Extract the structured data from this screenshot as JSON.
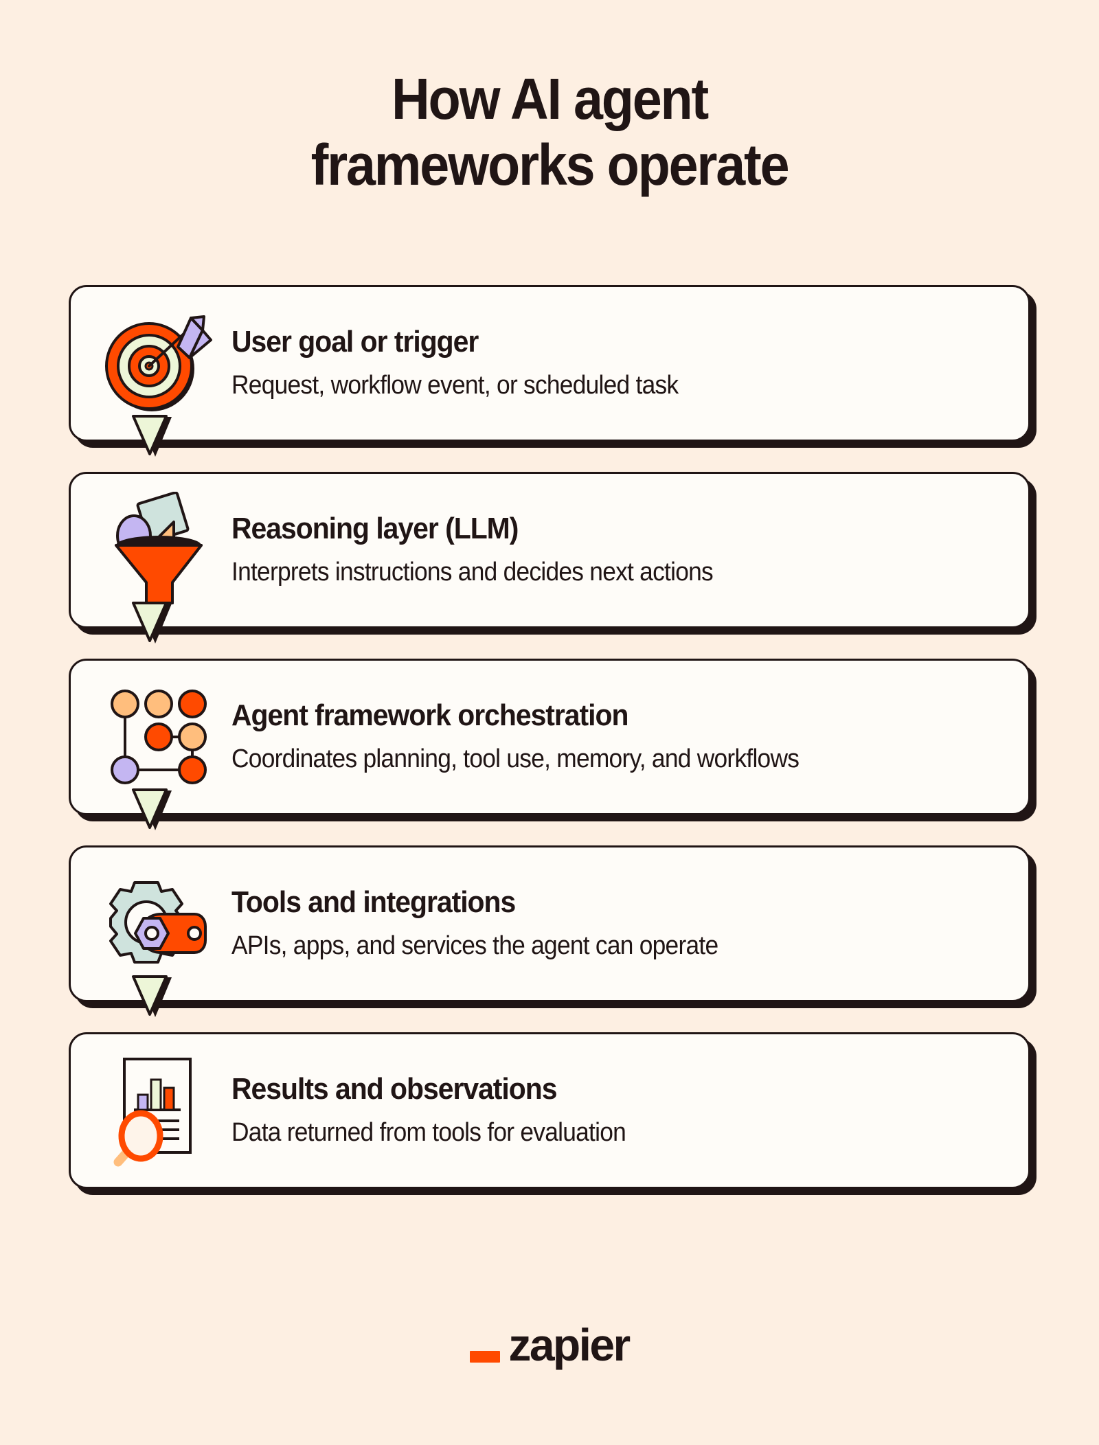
{
  "theme": {
    "background": "#FDEFE2",
    "card_background": "#FEFCF8",
    "ink": "#201515",
    "accent_orange": "#FF4A00",
    "light_orange": "#FFBE7D",
    "purple": "#C4B6F2",
    "pale_green": "#EDF6D8",
    "pale_blue": "#CFE3DD"
  },
  "title": {
    "line1": "How AI agent",
    "line2": "frameworks operate"
  },
  "steps": [
    {
      "icon": "target-arrow-icon",
      "title": "User goal or trigger",
      "desc": "Request, workflow event, or scheduled task",
      "has_connector": true
    },
    {
      "icon": "funnel-icon",
      "title": "Reasoning layer (LLM)",
      "desc": "Interprets instructions and decides next actions",
      "has_connector": true
    },
    {
      "icon": "node-network-icon",
      "title": "Agent framework orchestration",
      "desc": "Coordinates planning, tool use, memory, and workflows",
      "has_connector": true
    },
    {
      "icon": "gear-wrench-icon",
      "title": "Tools and integrations",
      "desc": "APIs, apps, and services the agent can operate",
      "has_connector": true
    },
    {
      "icon": "report-magnifier-icon",
      "title": "Results and observations",
      "desc": "Data returned from tools for evaluation",
      "has_connector": false
    }
  ],
  "footer": {
    "logo_mark": "zapier-underscore-mark",
    "logo_text": "zapier"
  }
}
